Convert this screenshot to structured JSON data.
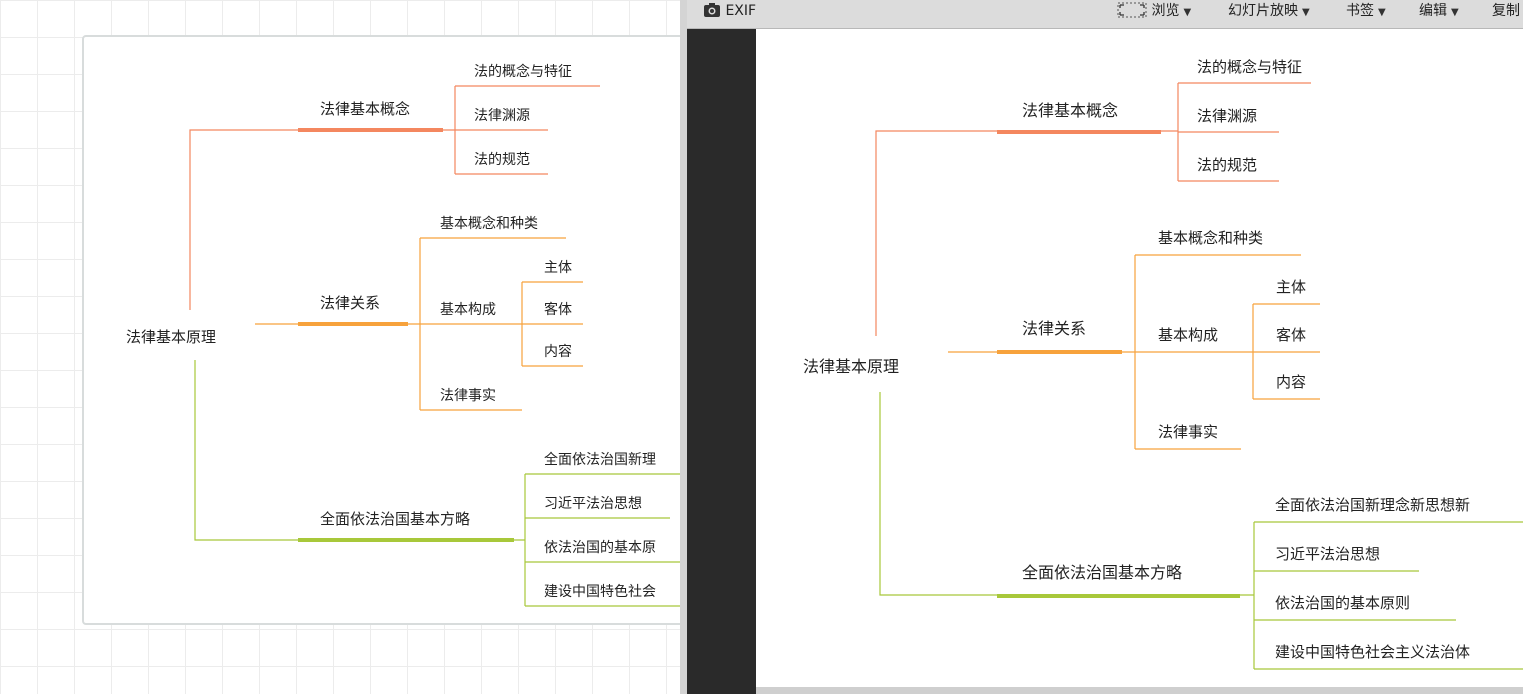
{
  "map": {
    "root": "法律基本原理",
    "b1": {
      "label": "法律基本概念",
      "children": [
        "法的概念与特征",
        "法律渊源",
        "法的规范"
      ]
    },
    "b2": {
      "label": "法律关系",
      "c1": "基本概念和种类",
      "c2": {
        "label": "基本构成",
        "children": [
          "主体",
          "客体",
          "内容"
        ]
      },
      "c3": "法律事实"
    },
    "b3": {
      "label": "全面依法治国基本方略",
      "children_left": [
        "全面依法治国新理",
        "习近平法治思想",
        "依法治国的基本原",
        "建设中国特色社会"
      ],
      "children_right": [
        "全面依法治国新理念新思想新",
        "习近平法治思想",
        "依法治国的基本原则",
        "建设中国特色社会主义法治体"
      ]
    }
  },
  "toolbar": {
    "exif": "EXIF",
    "browse": "浏览",
    "slideshow": "幻灯片放映",
    "bookmark": "书签",
    "edit": "编辑",
    "copy": "复制"
  },
  "colors": {
    "branch1": "#f4875f",
    "branch2": "#f7a23c",
    "branch3": "#a8c83a"
  }
}
